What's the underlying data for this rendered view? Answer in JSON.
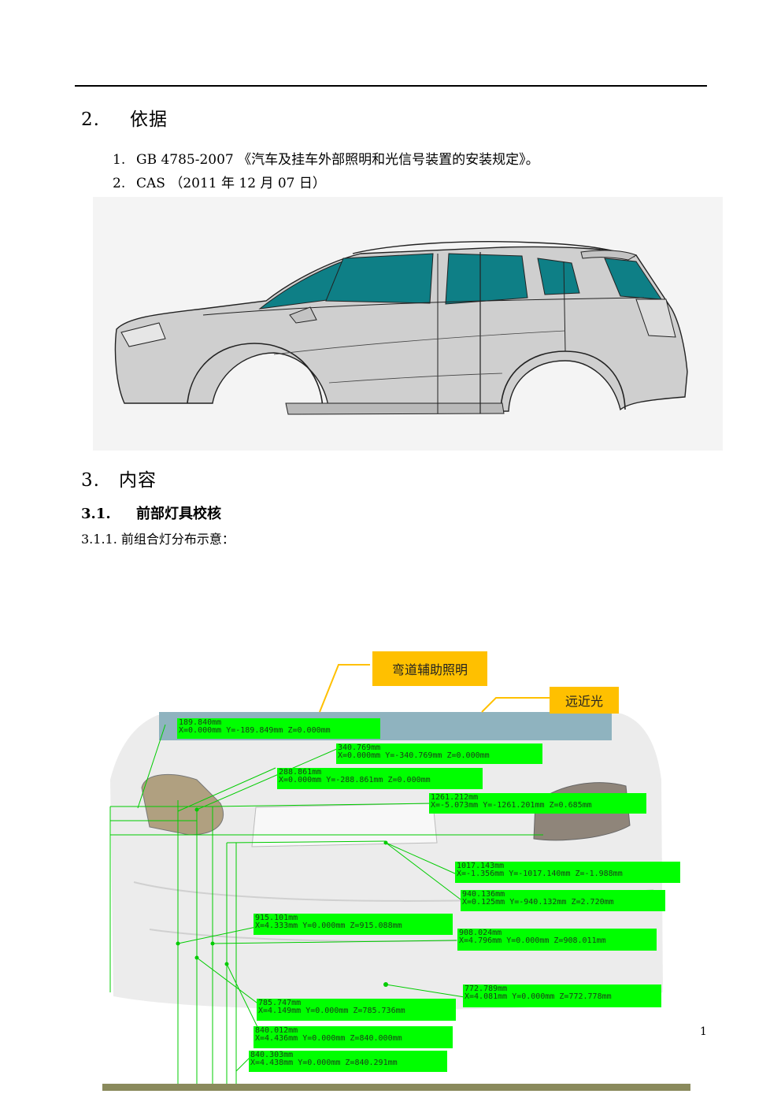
{
  "sections": {
    "s2": {
      "number": "2.",
      "title": "依据"
    },
    "s3": {
      "number": "3.",
      "title": "内容"
    },
    "s31": {
      "number": "3.1.",
      "title": "前部灯具校核"
    },
    "s311": {
      "number": "3.1.1.",
      "title": "前组合灯分布示意："
    }
  },
  "references": [
    {
      "number": "1.",
      "text": "GB 4785-2007 《汽车及挂车外部照明和光信号装置的安装规定》。"
    },
    {
      "number": "2.",
      "text": "CAS （2011 年 12 月 07 日）"
    }
  ],
  "figure_front": {
    "callouts": [
      {
        "label": "弯道辅助照明"
      },
      {
        "label": "远近光"
      }
    ],
    "measurements": [
      {
        "value": "189.840mm",
        "xyz": "X=0.000mm  Y=-189.849mm  Z=0.000mm"
      },
      {
        "value": "340.769mm",
        "xyz": "X=0.000mm  Y=-340.769mm  Z=0.000mm"
      },
      {
        "value": "288.861mm",
        "xyz": "X=0.000mm  Y=-288.861mm  Z=0.000mm"
      },
      {
        "value": "1261.212mm",
        "xyz": "X=-5.073mm  Y=-1261.201mm  Z=0.685mm"
      },
      {
        "value": "1017.143mm",
        "xyz": "X=-1.356mm  Y=-1017.140mm  Z=-1.988mm"
      },
      {
        "value": "940.136mm",
        "xyz": "X=0.125mm  Y=-940.132mm  Z=2.720mm"
      },
      {
        "value": "915.101mm",
        "xyz": "X=4.333mm  Y=0.000mm  Z=915.088mm"
      },
      {
        "value": "908.024mm",
        "xyz": "X=4.796mm  Y=0.000mm  Z=908.011mm"
      },
      {
        "value": "772.789mm",
        "xyz": "X=4.081mm  Y=0.000mm  Z=772.778mm"
      },
      {
        "value": "785.747mm",
        "xyz": "X=4.149mm  Y=0.000mm  Z=785.736mm"
      },
      {
        "value": "840.012mm",
        "xyz": "X=4.436mm  Y=0.000mm  Z=840.000mm"
      },
      {
        "value": "840.303mm",
        "xyz": "X=4.438mm  Y=0.000mm  Z=840.291mm"
      }
    ]
  },
  "page_number": "1",
  "colors": {
    "callout": "#ffc000",
    "measure": "#00ff00",
    "glass": "#0e7f86"
  }
}
